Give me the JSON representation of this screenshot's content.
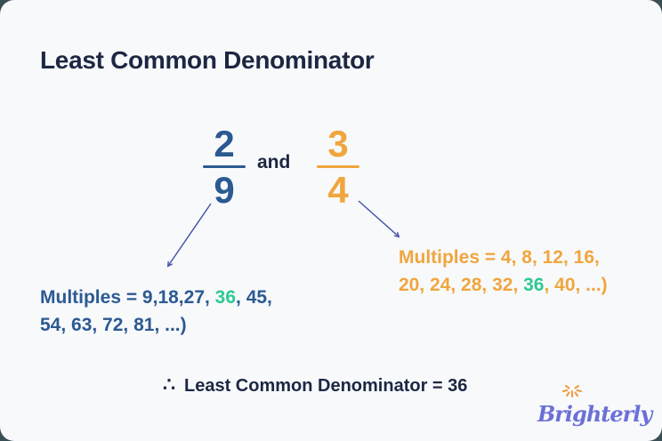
{
  "title": "Least Common Denominator",
  "fractions": {
    "left": {
      "numerator": "2",
      "denominator": "9"
    },
    "conjunction": "and",
    "right": {
      "numerator": "3",
      "denominator": "4"
    }
  },
  "left_multiples": {
    "line1_pre": "Multiples = 9,18,27, ",
    "highlight": "36",
    "line1_post": ", 45,",
    "line2": "54, 63, 72, 81, ...)"
  },
  "right_multiples": {
    "line1": "Multiples = 4, 8, 12, 16,",
    "line2_pre": "20, 24, 28, 32, ",
    "highlight": "36",
    "line2_post": ", 40, ...)"
  },
  "conclusion": {
    "symbol": "∴",
    "text": "Least Common Denominator = 36"
  },
  "logo": {
    "text": "Brighterly",
    "icon": "sunburst-icon"
  },
  "colors": {
    "backdrop": "#3a4f55",
    "card": "#f8f9fb",
    "title_navy": "#1c2742",
    "fraction_blue": "#2b5a92",
    "fraction_orange": "#f0a63e",
    "highlight_green": "#2ec993",
    "arrow_indigo": "#4a57aa",
    "logo_purple": "#6b70d8",
    "logo_spark_orange": "#f09b3c"
  }
}
